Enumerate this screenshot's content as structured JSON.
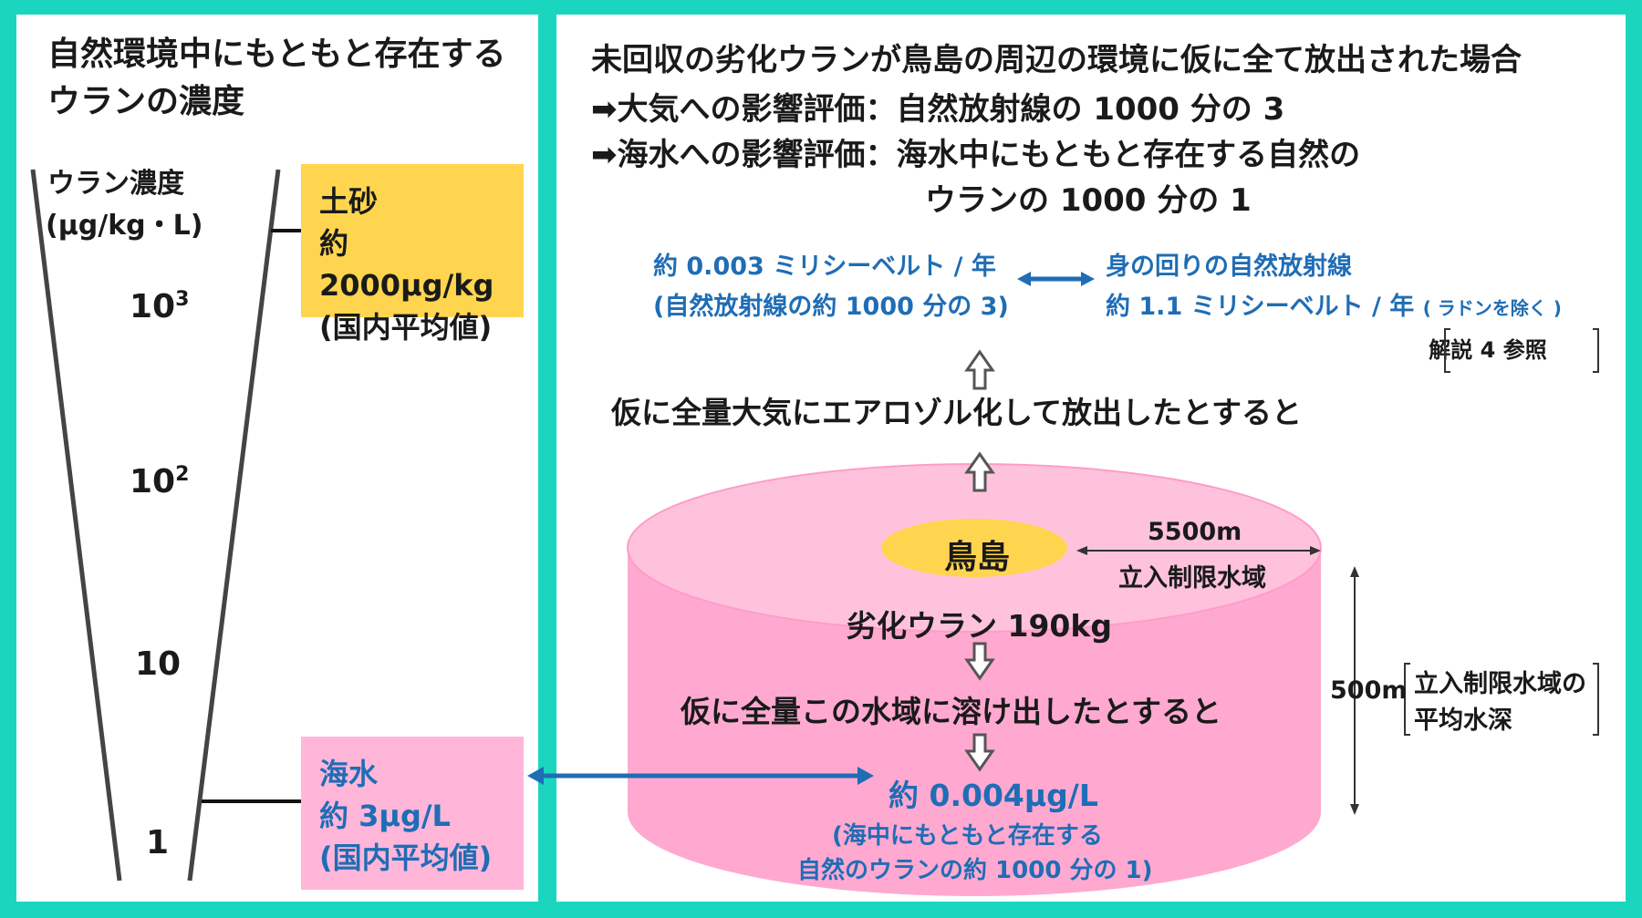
{
  "left": {
    "title_line1": "自然環境中にもともと存在する",
    "title_line2": "ウランの濃度",
    "axis_label_line1": "ウラン濃度",
    "axis_label_line2": "(μg/kg・L)",
    "tick_1000": "10",
    "tick_1000_sup": "3",
    "tick_100": "10",
    "tick_100_sup": "2",
    "tick_10": "10",
    "tick_1": "1",
    "soil_box": {
      "line1": "土砂",
      "line2": "約 2000μg/kg",
      "line3": "(国内平均値)",
      "color": "#ffd54f"
    },
    "sea_box": {
      "line1": "海水",
      "line2": "約 3μg/L",
      "line3": "(国内平均値)",
      "color": "#ffb6d9",
      "text_color": "#1f6db5"
    }
  },
  "right": {
    "title": "未回収の劣化ウランが鳥島の周辺の環境に仮に全て放出された場合",
    "air_eval": "➡大気への影響評価：自然放射線の 1000 分の 3",
    "sea_eval_line1": "➡海水への影響評価：海水中にもともと存在する自然の",
    "sea_eval_line2": "ウランの 1000 分の 1",
    "dose_line1": "約 0.003 ミリシーベルト / 年",
    "dose_line2": "(自然放射線の約 1000 分の 3)",
    "natural_line1": "身の回りの自然放射線",
    "natural_line2": "約 1.1 ミリシーベルト / 年",
    "natural_note": "( ラドンを除く )",
    "reference": "解説 4 参照",
    "aerosol": "仮に全量大気にエアロゾル化して放出したとすると",
    "island": "鳥島",
    "radius": "5500m",
    "restricted_area": "立入制限水域",
    "uranium": "劣化ウラン 190kg",
    "dissolve": "仮に全量この水域に溶け出したとすると",
    "concentration": "約 0.004μg/L",
    "conc_note_line1": "(海中にもともと存在する",
    "conc_note_line2": "自然のウランの約 1000 分の 1)",
    "depth": "500m",
    "depth_note_line1": "立入制限水域の",
    "depth_note_line2": "平均水深",
    "cylinder_color": "#ffb0d4",
    "island_color": "#ffd54f"
  }
}
